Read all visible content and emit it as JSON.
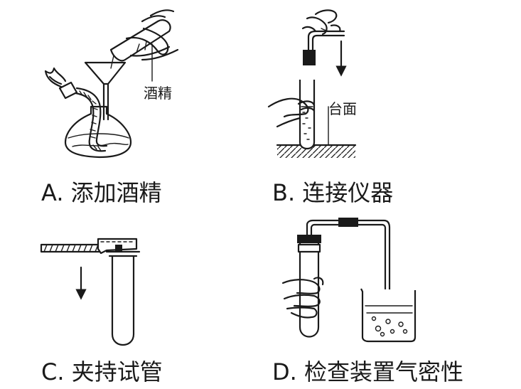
{
  "panels": {
    "a": {
      "caption": "A. 添加酒精",
      "label": "酒精"
    },
    "b": {
      "caption": "B. 连接仪器",
      "label": "台面"
    },
    "c": {
      "caption": "C. 夹持试管"
    },
    "d": {
      "caption": "D. 检查装置气密性"
    }
  }
}
